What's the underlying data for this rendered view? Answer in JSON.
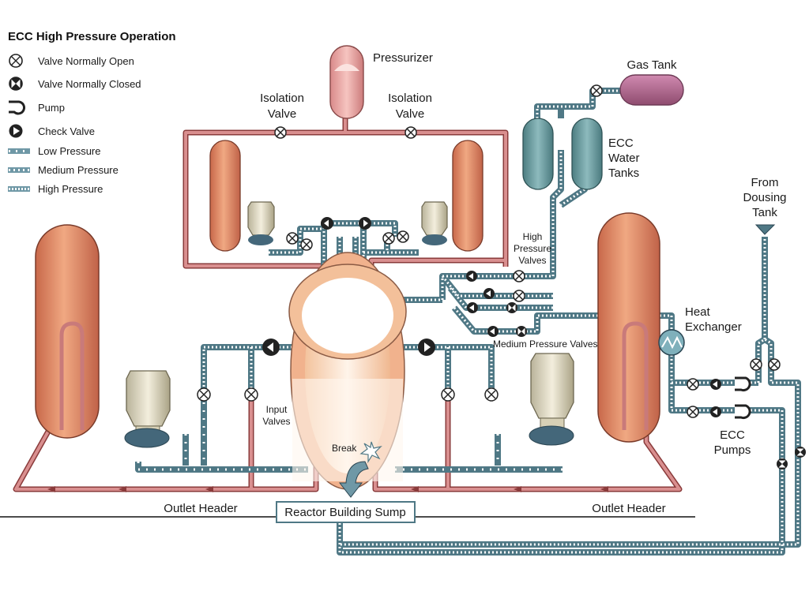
{
  "title": "ECC High Pressure Operation",
  "legend": {
    "valve_open": "Valve Normally Open",
    "valve_closed": "Valve Normally Closed",
    "pump": "Pump",
    "check_valve": "Check Valve",
    "low_pressure": "Low Pressure",
    "medium_pressure": "Medium Pressure",
    "high_pressure": "High Pressure"
  },
  "labels": {
    "pressurizer": "Pressurizer",
    "isolation_left_1": "Isolation",
    "isolation_left_2": "Valve",
    "isolation_right_1": "Isolation",
    "isolation_right_2": "Valve",
    "gas_tank": "Gas Tank",
    "ecc_tanks_1": "ECC",
    "ecc_tanks_2": "Water",
    "ecc_tanks_3": "Tanks",
    "from_dousing_1": "From",
    "from_dousing_2": "Dousing",
    "from_dousing_3": "Tank",
    "hp_valves_1": "High",
    "hp_valves_2": "Pressure",
    "hp_valves_3": "Valves",
    "heat_exchanger_1": "Heat",
    "heat_exchanger_2": "Exchanger",
    "mp_valves": "Medium Pressure Valves",
    "input_valves_1": "Input",
    "input_valves_2": "Valves",
    "break": "Break",
    "ecc_pumps_1": "ECC",
    "ecc_pumps_2": "Pumps",
    "outlet_header_left": "Outlet Header",
    "outlet_header_right": "Outlet Header",
    "sump": "Reactor Building Sump"
  },
  "colors": {
    "reactor_pipe": "#c97a7a",
    "ecc_pipe": "#6f98a6",
    "vessel": "#e0906a",
    "tank_teal": "#5f9296",
    "gas_tank": "#b56b8e"
  }
}
